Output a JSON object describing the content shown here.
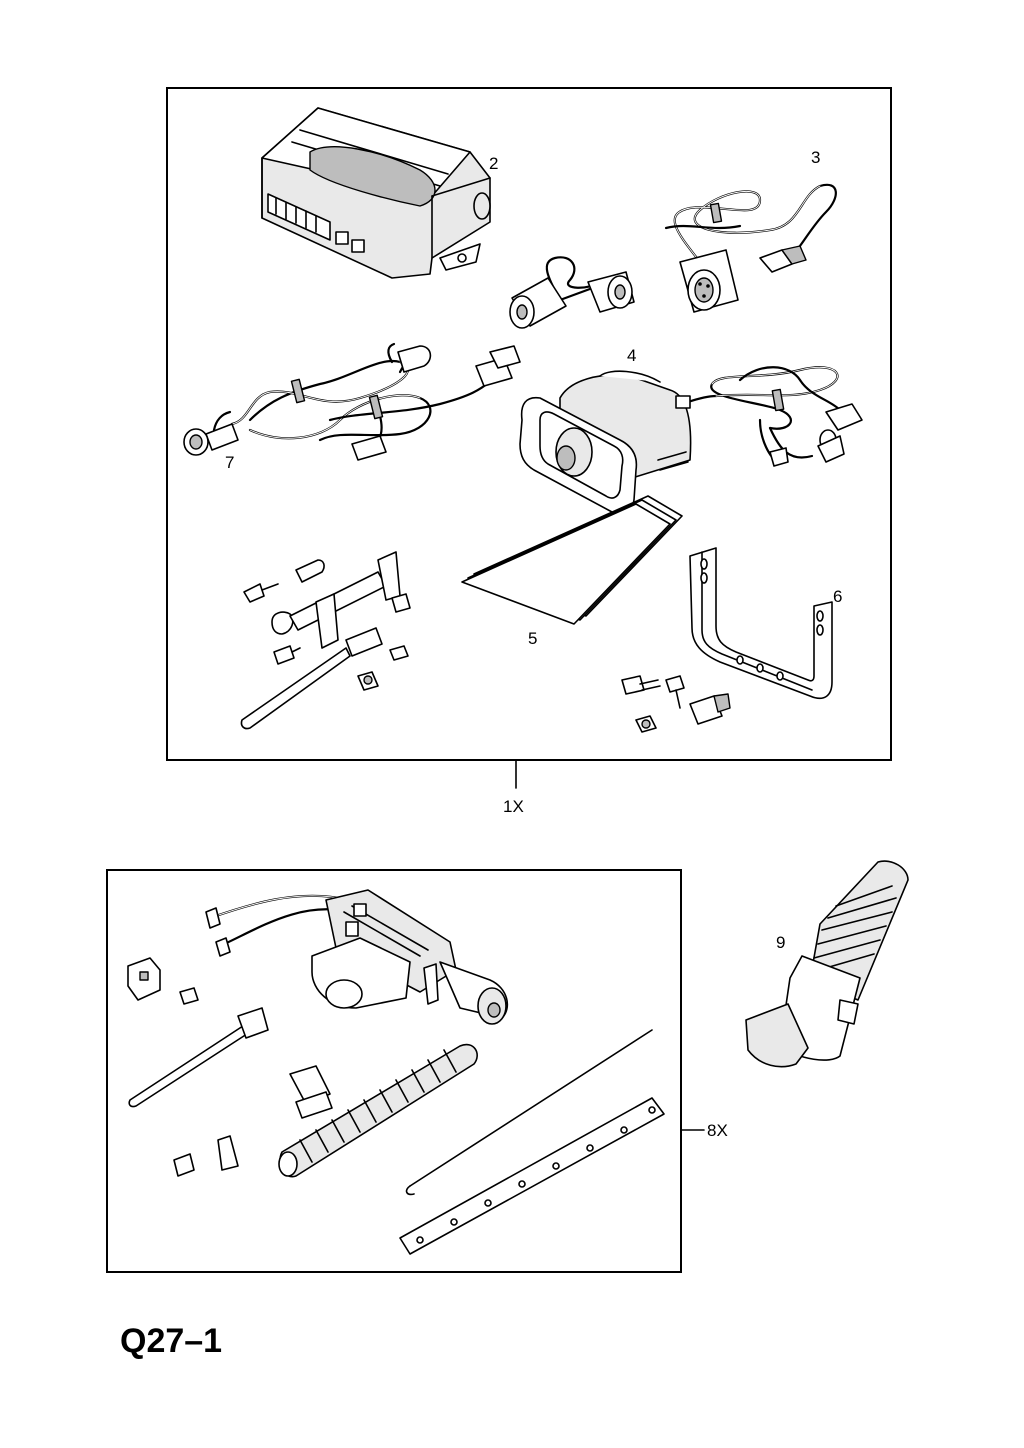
{
  "diagram": {
    "page_code": "Q27–1",
    "kit_group_label": "1X",
    "lock_group_label": "8X",
    "callouts": {
      "control_unit": "2",
      "sensor_harness": "3",
      "siren": "4",
      "instructions": "5",
      "bracket": "6",
      "led_harness": "7",
      "connector_housing": "9"
    }
  }
}
